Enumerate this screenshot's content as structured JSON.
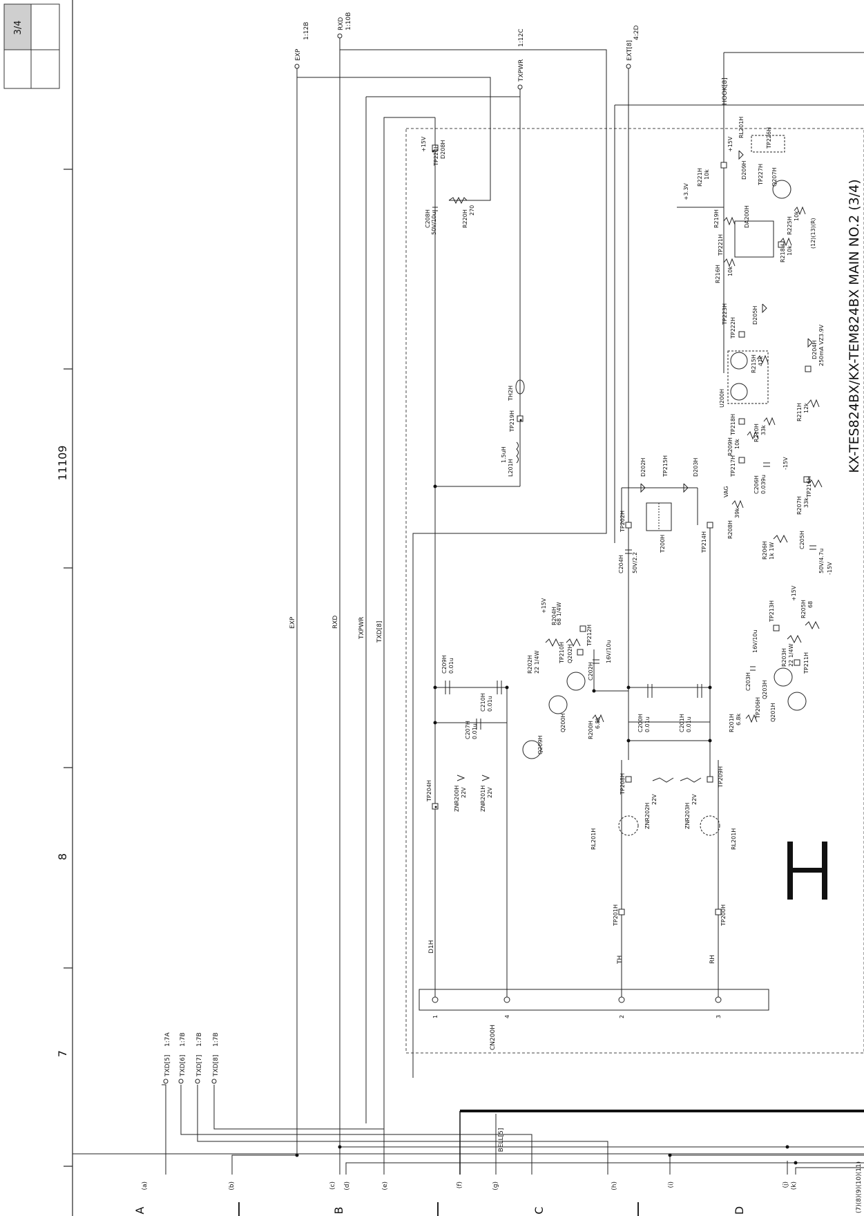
{
  "page_box": {
    "page": "3/4"
  },
  "sheet_title": "KX-TES824BX/KX-TEM824BX MAIN NO.2 (3/4)",
  "sheet_number": "11109",
  "section_letter": "H",
  "grid": {
    "columns": [
      "7",
      "8"
    ],
    "rows": [
      "A",
      "B",
      "C",
      "D"
    ]
  },
  "ports": {
    "exp": {
      "name": "EXP",
      "ref": "1:12B"
    },
    "rxd": {
      "name": "RXD",
      "ref": "1:10B"
    },
    "txpwr": {
      "name": "TXPWR",
      "ref": "1:12C"
    },
    "ext8": {
      "name": "EXT[8]",
      "ref": "4:2D"
    },
    "hook8": {
      "name": "HOOK[8]"
    },
    "txd5": {
      "name": "TXD[5]",
      "ref": "1:7A"
    },
    "txd6": {
      "name": "TXD[6]",
      "ref": "1:7B"
    },
    "txd7": {
      "name": "TXD[7]",
      "ref": "1:7B"
    },
    "txd8": {
      "name": "TXD[8]",
      "ref": "1:7B"
    }
  },
  "bus_letters": [
    "(a)",
    "(b)",
    "(c)",
    "(d)",
    "(e)",
    "(f)",
    "(g)",
    "(h)",
    "(i)",
    "(j)",
    "(k)"
  ],
  "bus_numbers": "(7)(8)(9)(10)(11)",
  "bell_label": "BELL[5]",
  "net_labels": {
    "exp": "EXP",
    "rxd": "RXD",
    "txpwr": "TXPWR",
    "txd8": "TXD[8]",
    "d1h": "D1H",
    "th": "TH",
    "rh": "RH"
  },
  "connector": {
    "ref": "CN200H",
    "pins": [
      "1",
      "4",
      "2",
      "3"
    ]
  },
  "components": {
    "c208h": {
      "ref": "C208H",
      "value": "50V/10u"
    },
    "r220h": {
      "ref": "R220H",
      "value": "270"
    },
    "d208h": {
      "ref": "D208H"
    },
    "tp220h": {
      "ref": "TP220H"
    },
    "th2h": {
      "ref": "TH2H"
    },
    "l201h": {
      "ref": "L201H",
      "value": "1.5uH"
    },
    "tp219h": {
      "ref": "TP219H"
    },
    "c209h": {
      "ref": "C209H",
      "value": "0.01u"
    },
    "c207h": {
      "ref": "C207H",
      "value": "0.01u"
    },
    "c210h": {
      "ref": "C210H",
      "value": "0.01u"
    },
    "znr200h": {
      "ref": "ZNR200H",
      "value": "22V"
    },
    "znr201h": {
      "ref": "ZNR201H",
      "value": "22V"
    },
    "tp204h": {
      "ref": "TP204H"
    },
    "q209h": {
      "ref": "Q209H"
    },
    "rl201h_top": {
      "ref": "RL201H"
    },
    "rl201h_bot": {
      "ref": "RL201H"
    },
    "znr202h": {
      "ref": "ZNR202H",
      "value": "22V"
    },
    "znr203h": {
      "ref": "ZNR203H",
      "value": "22V"
    },
    "tp201h": {
      "ref": "TP201H"
    },
    "tp200h": {
      "ref": "TP200H"
    },
    "tp208h": {
      "ref": "TP208H"
    },
    "tp209h": {
      "ref": "TP209H"
    },
    "c200h": {
      "ref": "C200H",
      "value": "0.01u"
    },
    "c201h": {
      "ref": "C201H",
      "value": "0.01u"
    },
    "r200h": {
      "ref": "R200H",
      "value": "6.8k"
    },
    "q200h": {
      "ref": "Q200H"
    },
    "r202h": {
      "ref": "R202H",
      "value": "22 1/4W"
    },
    "q202h": {
      "ref": "Q202H"
    },
    "r204h": {
      "ref": "R204H",
      "value": "68 1/4W"
    },
    "c202h": {
      "ref": "C202H",
      "value": "16V/10u"
    },
    "tp210h": {
      "ref": "TP210H"
    },
    "tp212h": {
      "ref": "TP212H"
    },
    "tp202h": {
      "ref": "TP202H"
    },
    "c204h": {
      "ref": "C204H",
      "value": "50V/2.2"
    },
    "t200h": {
      "ref": "T200H"
    },
    "d202h": {
      "ref": "D202H"
    },
    "d203h": {
      "ref": "D203H"
    },
    "tp214h": {
      "ref": "TP214H"
    },
    "tp215h": {
      "ref": "TP215H"
    },
    "r201h": {
      "ref": "R201H",
      "value": "6.8k"
    },
    "q201h": {
      "ref": "Q201H"
    },
    "q203h": {
      "ref": "Q203H"
    },
    "r203h": {
      "ref": "R203H",
      "value": "22 1/4W"
    },
    "c203h": {
      "ref": "C203H",
      "value": "16V/10u"
    },
    "r205h": {
      "ref": "R205H",
      "value": "68"
    },
    "tp213h": {
      "ref": "TP213H"
    },
    "tp211h": {
      "ref": "TP211H"
    },
    "tp206h": {
      "ref": "TP206H"
    },
    "r206h": {
      "ref": "R206H",
      "value": "1k 1W"
    },
    "c205h": {
      "ref": "C205H",
      "value": "50V/4.7u"
    },
    "r207h": {
      "ref": "R207H",
      "value": "33k"
    },
    "r208h": {
      "ref": "R208H",
      "value": "39k"
    },
    "c206h": {
      "ref": "C206H",
      "value": "0.039u"
    },
    "r209h": {
      "ref": "R209H",
      "value": "10k"
    },
    "r210h": {
      "ref": "R210H",
      "value": "33k"
    },
    "u200h": {
      "ref": "U200H"
    },
    "r211h": {
      "ref": "R211H",
      "value": "12k"
    },
    "r215h": {
      "ref": "R215H",
      "value": "47k"
    },
    "d205h": {
      "ref": "D205H"
    },
    "d204h": {
      "ref": "D204H",
      "value": "250mA VZ3.9V"
    },
    "r216h": {
      "ref": "R216H",
      "value": "10k"
    },
    "r219h": {
      "ref": "R219H"
    },
    "r221h": {
      "ref": "R221H",
      "value": "10k"
    },
    "da200h": {
      "ref": "DA200H"
    },
    "r218h": {
      "ref": "R218H",
      "value": "10k"
    },
    "r225h": {
      "ref": "R225H",
      "value": "10k"
    },
    "d209h": {
      "ref": "D209H"
    },
    "q207h": {
      "ref": "Q207H"
    },
    "rl201h_coil": {
      "ref": "RL201H"
    },
    "tp216h": {
      "ref": "TP216H"
    },
    "tp217h": {
      "ref": "TP217H"
    },
    "tp218h": {
      "ref": "TP218H"
    },
    "tp221h": {
      "ref": "TP221H"
    },
    "tp222h": {
      "ref": "TP222H"
    },
    "tp223h": {
      "ref": "TP223H"
    },
    "tp226h": {
      "ref": "TP226H"
    },
    "tp227h": {
      "ref": "TP227H"
    }
  },
  "supply_labels": {
    "p15v_a": "+15V",
    "m15v_a": "-15V",
    "p15v_b": "+15V",
    "m15v_b": "-15V",
    "p15v_c": "+15V",
    "p15v_d": "+15V",
    "p33v": "+3.3V",
    "vag": "VAG"
  },
  "pin_hint": "(12)(13)(R)"
}
